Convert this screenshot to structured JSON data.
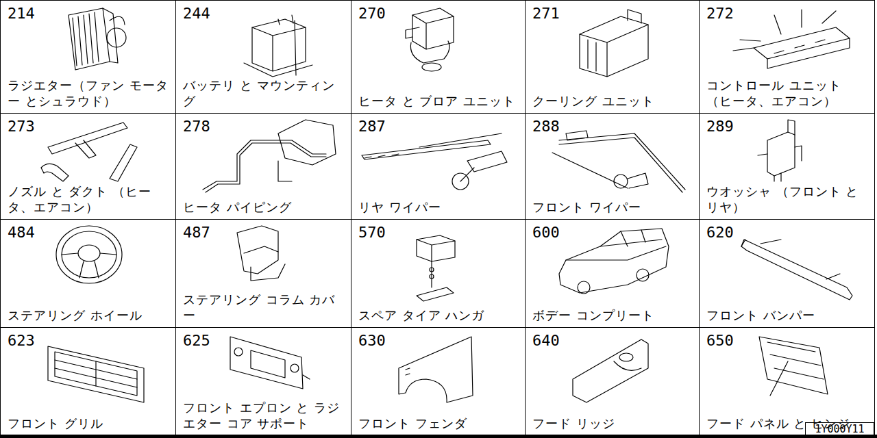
{
  "diagram": {
    "nodes": [
      {
        "text": [
          "214",
          "ラジエター（ファン モーター とシュラウド）"
        ]
      },
      {
        "text": [
          "244",
          "バッテリ と マウンティング"
        ]
      },
      {
        "text": [
          "270",
          "ヒータ と ブロア ユニット"
        ]
      },
      {
        "text": [
          "271",
          "クーリング ユニット"
        ]
      },
      {
        "text": [
          "272",
          "コントロール ユニット （ヒータ、エアコン）"
        ]
      },
      {
        "text": [
          "273",
          "ノズル と ダクト （ヒータ、エアコン）"
        ]
      },
      {
        "text": [
          "278",
          "ヒータ パイピング"
        ]
      },
      {
        "text": [
          "287",
          "リヤ ワイパー"
        ]
      },
      {
        "text": [
          "288",
          "フロント ワイパー"
        ]
      },
      {
        "text": [
          "289",
          "ウオッシャ （フロント と リヤ）"
        ]
      },
      {
        "text": [
          "484",
          "ステアリング ホイール"
        ]
      },
      {
        "text": [
          "487",
          "ステアリング コラム カバー"
        ]
      },
      {
        "text": [
          "570",
          "スペア タイア ハンガ"
        ]
      },
      {
        "text": [
          "600",
          "ボデー コンプリート"
        ]
      },
      {
        "text": [
          "620",
          "フロント バンパー"
        ]
      },
      {
        "text": [
          "623",
          "フロント グリル"
        ]
      },
      {
        "text": [
          "625",
          "フロント エプロン と ラジエター コア サポート"
        ]
      },
      {
        "text": [
          "630",
          "フロント フェンダ"
        ]
      },
      {
        "text": [
          "640",
          "フード リッジ"
        ]
      },
      {
        "text": [
          "650",
          "フード パネル と ヒンジ"
        ]
      },
      {
        "text": [
          "1Y000Y11"
        ]
      }
    ]
  }
}
